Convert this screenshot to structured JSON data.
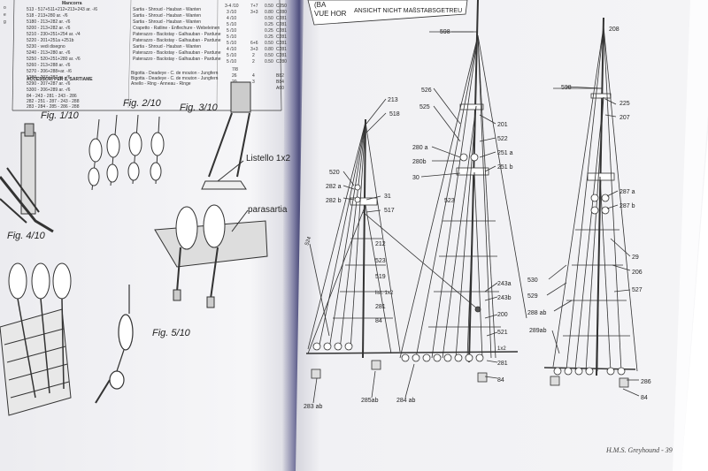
{
  "colors": {
    "background": "#ffffff",
    "paper": "#f2f2f4",
    "spine_shadow": "#5a5a8a",
    "ink": "#222222"
  },
  "left_page": {
    "table_header": "Mancorra",
    "table_rows": [
      "513 - 517+511+212+213+243 ar. -/6",
      "518 - 213+280 ar. -/6",
      "5180 - 213+282 ar. -/6",
      "5200 - 213+282 ar. -/6",
      "5210 - 230+251+254 ar. -/4",
      "5220 - 201+251a +251b",
      "5230 - vedi disegno",
      "5240 - 213+280 ar. -/6",
      "5250 - 520+251+280 ar. -/6",
      "5260 - 213+288 ar. -/6",
      "5270 - 206+288+ar. -/6",
      "5280 - 207+287 ar. -/6",
      "5290 - 207+287 ar. -/6",
      "5300 - 206+289 ar. -/6"
    ],
    "accessories_heading": "ACCESSORI PER IL SARTIAME",
    "accessories_rows": [
      "84 - 243 - 281 - 243 - 286",
      "282 - 251 - 287 - 243 - 288",
      "283 - 284 - 285 - 286 - 288"
    ],
    "middle_rows": [
      "Sartia - Shroud - Hauban - Wanten",
      "Sartia - Shroud - Hauban - Wanten",
      "Sartia - Shroud - Hauban - Wanten",
      "Crapetto - Ratline - Enflechure - Webeleinen",
      "Paterazzo - Backstay - Galhauban - Pardune",
      "Paterazzo - Backstay - Galhauban - Pardune",
      "Sartia - Shroud - Hauban - Wanten",
      "Paterazzo - Backstay - Galhauban - Pardune",
      "Paterazzo - Backstay - Galhauban - Pardune"
    ],
    "accessory_names": [
      "Bigotta - Deadeye - C. de mouton - Jungfern",
      "Bigotta - Deadeye - C. de mouton - Jungfern",
      "Anello - Ring - Anneau - Ringe"
    ],
    "size_col": [
      "3-4 /10",
      "3 /10",
      "4 /10",
      "5 /10",
      "5 /10",
      "5 /10",
      "5 /10",
      "4 /10",
      "5 /10",
      "5 /10",
      "7/8",
      "26",
      "20"
    ],
    "qty_col": [
      "7+7",
      "3+3",
      "",
      "",
      "",
      "",
      "6+6",
      "3+3",
      "2",
      "2",
      "",
      "4",
      "3"
    ],
    "dia_col": [
      "0.50",
      "0.80",
      "0.50",
      "0.25",
      "0.25",
      "0.25",
      "0.50",
      "0.80",
      "0.50",
      "0.50"
    ],
    "code_col": [
      "C250",
      "C280",
      "C281",
      "C281",
      "C281",
      "C281",
      "C281",
      "C281",
      "C281",
      "C280",
      "",
      "B82",
      "B84",
      "A60"
    ],
    "figures": [
      "Fig. 1/10",
      "Fig. 2/10",
      "Fig. 3/10",
      "Fig. 4/10",
      "Fig. 5/10"
    ],
    "callouts": [
      "Listello 1x2",
      "parasartia"
    ],
    "margin_letters": [
      "o",
      "e",
      "g"
    ]
  },
  "right_page": {
    "banner_lines": [
      "(BA",
      "VUE HOR",
      "ANSICHT NICHT MAßSTABSGETREU"
    ],
    "labels": [
      "598",
      "526",
      "525",
      "201",
      "522",
      "251 a",
      "251 b",
      "213",
      "518",
      "280 a",
      "280b",
      "30",
      "520",
      "282 a",
      "282 b",
      "31",
      "517",
      "523",
      "212",
      "523",
      "519",
      "list. 1x2",
      "281",
      "84",
      "243a",
      "243b",
      "200",
      "521",
      "1x2",
      "281",
      "84",
      "524",
      "283 ab",
      "285ab",
      "284 ab",
      "208",
      "598",
      "225",
      "207",
      "287 a",
      "287 b",
      "29",
      "530",
      "206",
      "529",
      "527",
      "288 ab",
      "289ab",
      "286",
      "84"
    ],
    "footer": "H.M.S. Greyhound - 39"
  }
}
